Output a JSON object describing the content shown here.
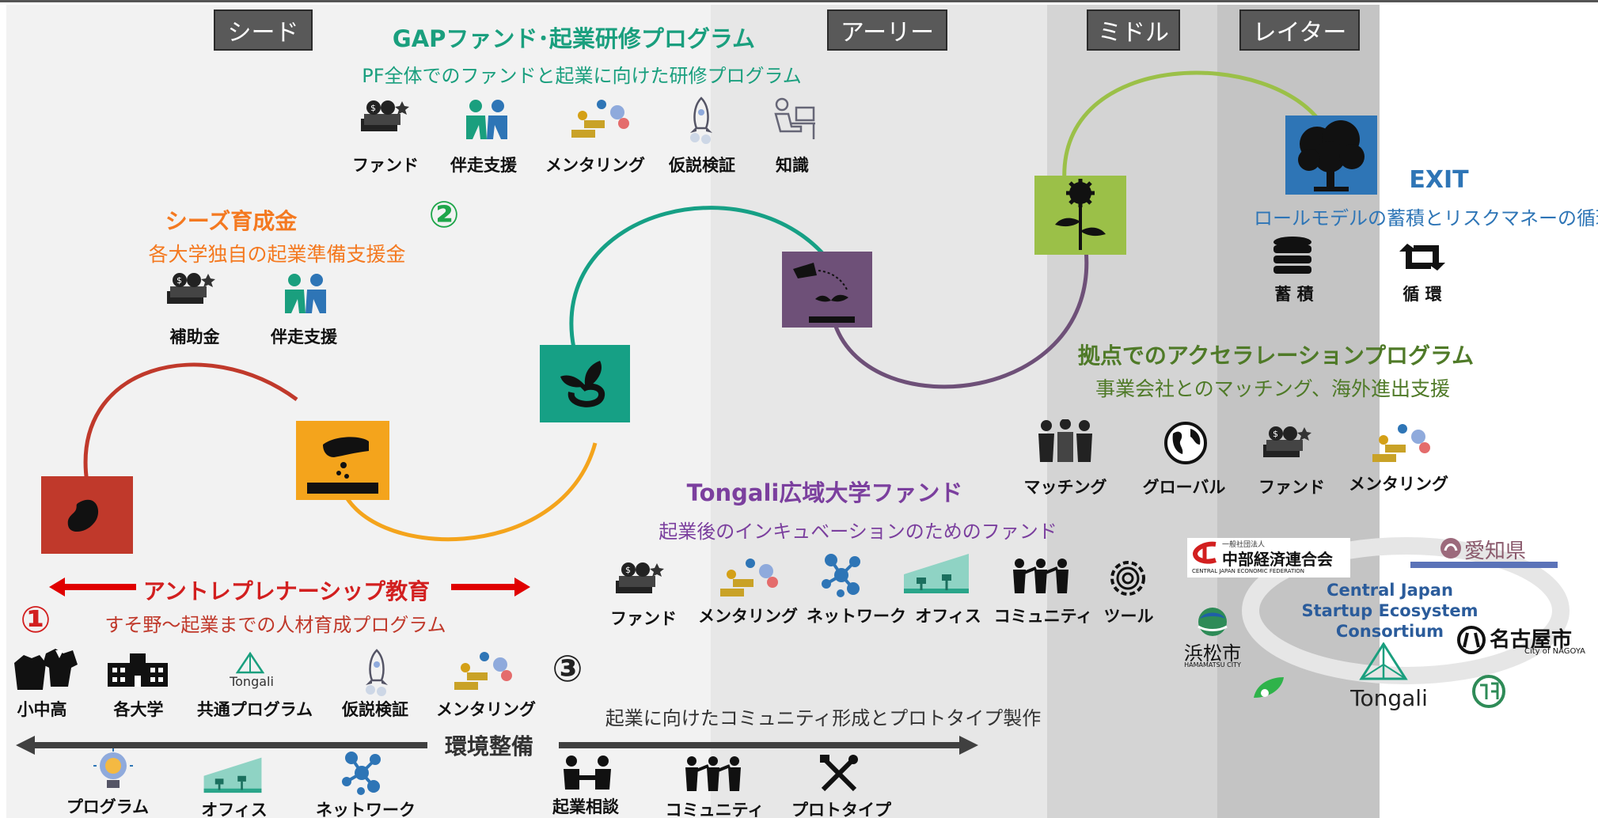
{
  "stages": [
    "シード",
    "アーリー",
    "ミドル",
    "レイター"
  ],
  "gap_fund": {
    "title": "GAPファンド･起業研修プログラム",
    "subtitle": "PF全体でのファンドと起業に向けた研修プログラム",
    "icons": [
      "ファンド",
      "伴走支援",
      "メンタリング",
      "仮説検証",
      "知識"
    ]
  },
  "seeds_grant": {
    "number": "②",
    "title": "シーズ育成金",
    "subtitle": "各大学独自の起業準備支援金",
    "icons": [
      "補助金",
      "伴走支援"
    ]
  },
  "exit": {
    "title": "EXIT",
    "subtitle": "ロールモデルの蓄積とリスクマネーの循環",
    "icons": [
      "蓄 積",
      "循 環"
    ]
  },
  "accel": {
    "title": "拠点でのアクセラレーションプログラム",
    "subtitle": "事業会社とのマッチング、海外進出支援",
    "icons": [
      "マッチング",
      "グローバル",
      "ファンド",
      "メンタリング"
    ]
  },
  "tongali_fund": {
    "title": "Tongali広域大学ファンド",
    "subtitle": "起業後のインキュベーションのためのファンド",
    "icons": [
      "ファンド",
      "メンタリング",
      "ネットワーク",
      "オフィス",
      "コミュニティ",
      "ツール"
    ]
  },
  "education": {
    "number": "①",
    "title": "アントレプレナーシップ教育",
    "subtitle": "すそ野～起業までの人材育成プログラム",
    "icons": [
      "小中高",
      "各大学",
      "共通プログラム",
      "仮説検証",
      "メンタリング"
    ],
    "tongali_small": "Tongali"
  },
  "environment": {
    "number": "③",
    "title": "環境整備",
    "subtitle": "起業に向けたコミュニティ形成とプロトタイプ製作",
    "left_icons": [
      "プログラム",
      "オフィス",
      "ネットワーク"
    ],
    "right_icons": [
      "起業相談",
      "コミュニティ",
      "プロトタイプ"
    ]
  },
  "consortium": {
    "name_line1": "Central Japan",
    "name_line2": "Startup Ecosystem",
    "name_line3": "Consortium",
    "chubu_small": "一般社団法人",
    "chubu": "中部経済連合会",
    "chubu_en": "CENTRAL JAPAN ECONOMIC FEDERATION",
    "aichi": "愛知県",
    "hamamatsu": "浜松市",
    "hamamatsu_en": "HAMAMATSU CITY",
    "nagoya": "名古屋市",
    "nagoya_en": "City of NAGOYA",
    "tongali": "Tongali"
  },
  "colors": {
    "red": "#c0392b",
    "orange": "#f4a41c",
    "teal": "#16a085",
    "purple": "#6e5078",
    "lime": "#9bc048",
    "blue": "#2e75b6",
    "title_red": "#d21f1f",
    "title_orange": "#f47920",
    "title_teal": "#1a9f7e",
    "title_purple": "#7b3f9e",
    "title_green": "#4f7a28",
    "title_blue": "#2e75b6"
  },
  "icon_names": [
    "bean-icon",
    "hand-sowing-icon",
    "sprout-icon",
    "watering-icon",
    "sunflower-icon",
    "tree-icon",
    "money-icon",
    "partner-icon",
    "mentoring-icon",
    "rocket-icon",
    "study-icon",
    "database-icon",
    "cycle-icon",
    "handshake-icon",
    "globe-icon",
    "network-icon",
    "office-icon",
    "community-icon",
    "gear-icon",
    "uniform-icon",
    "school-icon",
    "bulb-icon",
    "consult-icon",
    "tools-icon"
  ]
}
